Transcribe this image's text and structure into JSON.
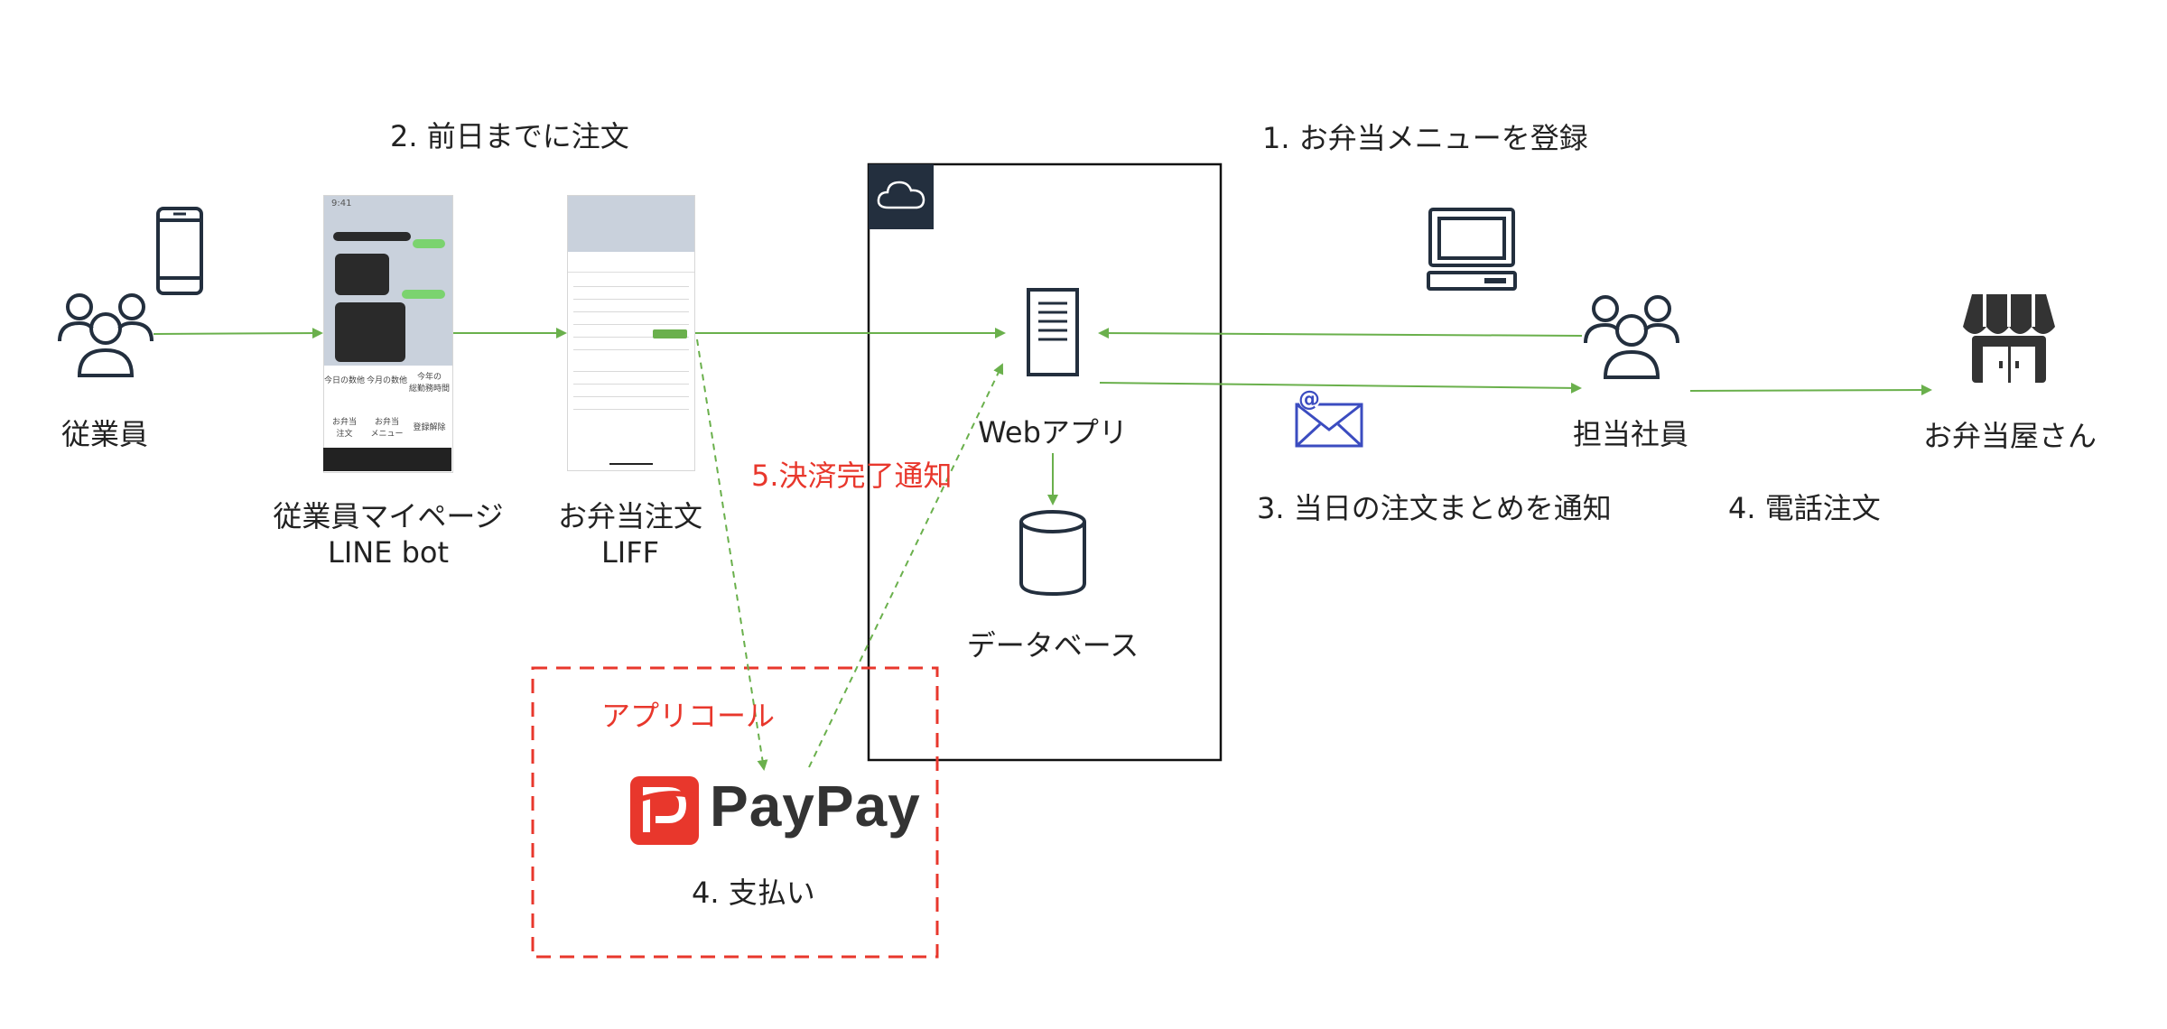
{
  "steps": {
    "order_before": "2. 前日までに注文",
    "register_menu": "1. お弁当メニューを登録",
    "notify_summary": "3. 当日の注文まとめを通知",
    "phone_order": "4. 電話注文",
    "payment_done": "5.決済完了通知",
    "pay": "4. 支払い"
  },
  "actors": {
    "employee": "従業員",
    "staff": "担当社員",
    "shop": "お弁当屋さん"
  },
  "screens": {
    "mypage_line1": "従業員マイページ",
    "mypage_line2": "LINE bot",
    "order_line1": "お弁当注文",
    "order_line2": "LIFF"
  },
  "system": {
    "webapp": "Webアプリ",
    "database": "データベース"
  },
  "paypay": {
    "app_call": "アプリコール",
    "brand": "PayPay"
  },
  "mypage_menu": [
    "今日の数他",
    "今月の数他",
    "今年の\n総勤務時間",
    "お弁当\n注文",
    "お弁当\nメニュー",
    "登録解除"
  ],
  "colors": {
    "arrow_green": "#6ab04c",
    "alert_red": "#e8372c",
    "icon_dark": "#232f3e",
    "paypay_red": "#e8372c"
  }
}
